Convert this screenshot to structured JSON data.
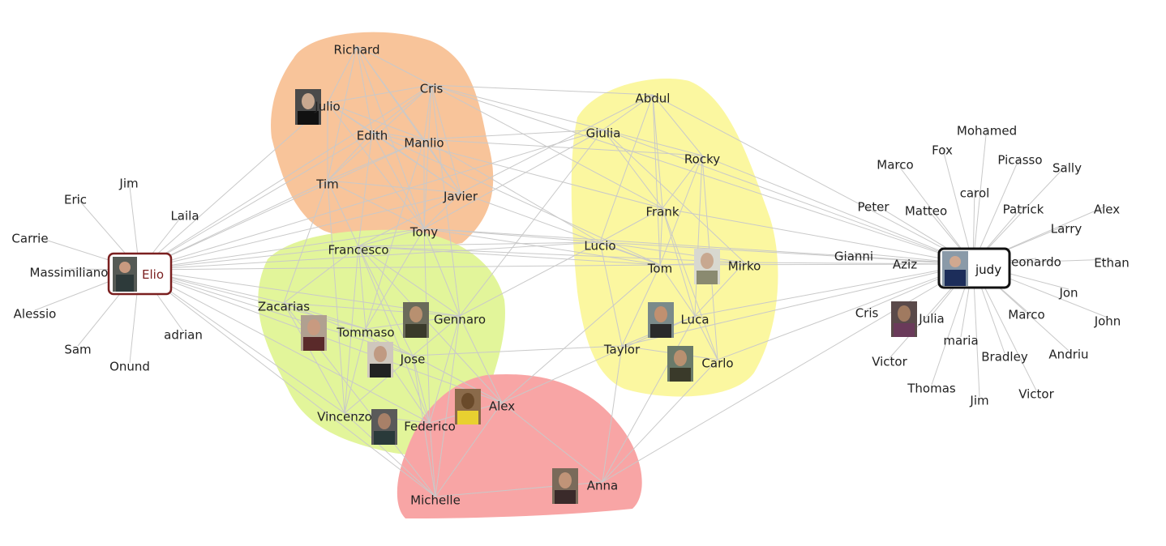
{
  "colors": {
    "edge": "#c9c9c9",
    "cluster_orange": "#f8c49a",
    "cluster_green": "#e2f59a",
    "cluster_yellow": "#fbf7a0",
    "cluster_red": "#f8a5a5",
    "elio_accent": "#7a1f1f",
    "judy_accent": "#111111"
  },
  "hubs": [
    {
      "id": "elio",
      "label": "Elio",
      "icon": "person-photo-icon"
    },
    {
      "id": "judy",
      "label": "judy",
      "icon": "person-photo-icon"
    }
  ],
  "photo_nodes": [
    "Julio",
    "Tommaso",
    "Gennaro",
    "Jose",
    "Federico",
    "Alex",
    "Anna",
    "Mirko",
    "Luca",
    "Carlo",
    "Julia"
  ],
  "nodes": {
    "Richard": "Richard",
    "Cris1": "Cris",
    "Julio": "Julio",
    "Edith": "Edith",
    "Manlio": "Manlio",
    "Tim": "Tim",
    "Javier": "Javier",
    "Tony": "Tony",
    "Francesco": "Francesco",
    "Zacarias": "Zacarias",
    "Tommaso": "Tommaso",
    "Gennaro": "Gennaro",
    "Jose": "Jose",
    "Vincenzo": "Vincenzo",
    "Federico": "Federico",
    "Alex1": "Alex",
    "Michelle": "Michelle",
    "Anna": "Anna",
    "Abdul": "Abdul",
    "Giulia": "Giulia",
    "Rocky": "Rocky",
    "Frank": "Frank",
    "Lucio": "Lucio",
    "Tom": "Tom",
    "Mirko": "Mirko",
    "Luca": "Luca",
    "Taylor": "Taylor",
    "Carlo": "Carlo",
    "Jim1": "Jim",
    "Eric": "Eric",
    "Laila": "Laila",
    "Carrie": "Carrie",
    "Massimiliano": "Massimiliano",
    "Alessio": "Alessio",
    "Sam": "Sam",
    "Onund": "Onund",
    "adrian": "adrian",
    "Mohamed": "Mohamed",
    "Fox": "Fox",
    "Marco1": "Marco",
    "Picasso": "Picasso",
    "Sally": "Sally",
    "carol": "carol",
    "Peter": "Peter",
    "Matteo": "Matteo",
    "Patrick": "Patrick",
    "Alex2": "Alex",
    "Larry": "Larry",
    "Gianni": "Gianni",
    "Aziz": "Aziz",
    "Leonardo": "eonardo",
    "Ethan": "Ethan",
    "Jon": "Jon",
    "Cris2": "Cris",
    "Julia": "Julia",
    "Marco2": "Marco",
    "John": "John",
    "maria": "maria",
    "Victor1": "Victor",
    "Bradley": "Bradley",
    "Andriu": "Andriu",
    "Thomas": "Thomas",
    "Jim2": "Jim",
    "Victor2": "Victor"
  }
}
